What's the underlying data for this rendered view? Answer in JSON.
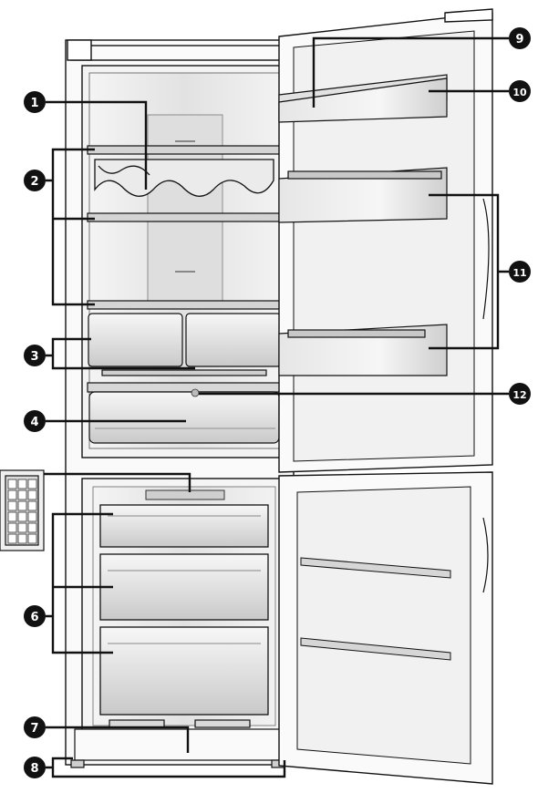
{
  "figure": {
    "subject": "refrigerator-freezer-open",
    "ink_color": "#111111",
    "panel_color": "#ececec",
    "shelf_color": "#d6d6d6",
    "callouts": [
      {
        "id": "c1",
        "label": "1"
      },
      {
        "id": "c2",
        "label": "2"
      },
      {
        "id": "c3",
        "label": "3"
      },
      {
        "id": "c4",
        "label": "4"
      },
      {
        "id": "c6",
        "label": "6"
      },
      {
        "id": "c7",
        "label": "7"
      },
      {
        "id": "c8",
        "label": "8"
      },
      {
        "id": "c9",
        "label": "9"
      },
      {
        "id": "c10",
        "label": "10"
      },
      {
        "id": "c11",
        "label": "11"
      },
      {
        "id": "c12",
        "label": "12"
      }
    ]
  }
}
